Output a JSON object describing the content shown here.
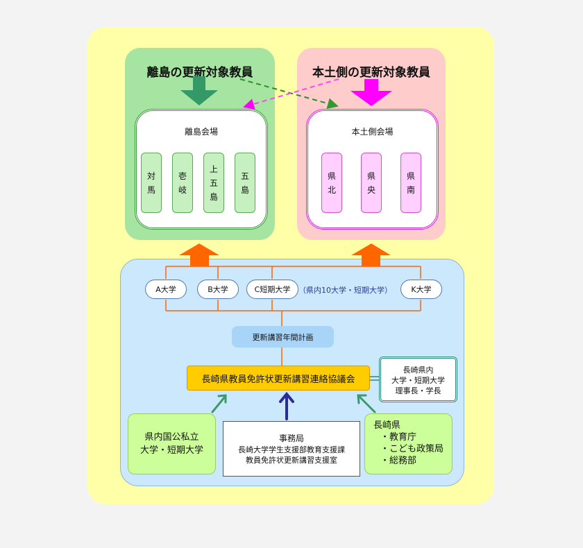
{
  "islands": {
    "title": "離島の更新対象教員",
    "venue_title": "離島会場",
    "sites": [
      [
        "対",
        "馬"
      ],
      [
        "壱",
        "岐"
      ],
      [
        "上",
        "五",
        "島"
      ],
      [
        "五",
        "島"
      ]
    ]
  },
  "mainland": {
    "title": "本土側の更新対象教員",
    "venue_title": "本土側会場",
    "sites": [
      [
        "県",
        "北"
      ],
      [
        "県",
        "央"
      ],
      [
        "県",
        "南"
      ]
    ]
  },
  "universities": {
    "a": "A大学",
    "b": "B大学",
    "c": "C短期大学",
    "note": "（県内10大学・短期大学）",
    "k": "K大学"
  },
  "plan": "更新講習年間計画",
  "council": "長崎県教員免許状更新講習連絡協議会",
  "presidents": [
    "長崎県内",
    "大学・短期大学",
    "理事長・学長"
  ],
  "univ_box": [
    "県内国公私立",
    "大学・短期大学"
  ],
  "office": {
    "title": "事務局",
    "lines": [
      "長崎大学学生支援部教育支援課",
      "教員免許状更新講習支援室"
    ]
  },
  "prefecture": {
    "title": "長崎県",
    "items": [
      "・教育庁",
      "・こども政策局",
      "・総務部"
    ]
  },
  "colors": {
    "outer_bg": "#ffffa8",
    "island_panel": "#a6e4a2",
    "mainland_panel": "#ffcccc",
    "network_panel": "#cce8fc",
    "island_arrow": "#339966",
    "mainland_arrow": "#ff00ff",
    "up_arrow": "#ff6600",
    "council": "#ffcc00",
    "support_box": "#ccff99"
  }
}
